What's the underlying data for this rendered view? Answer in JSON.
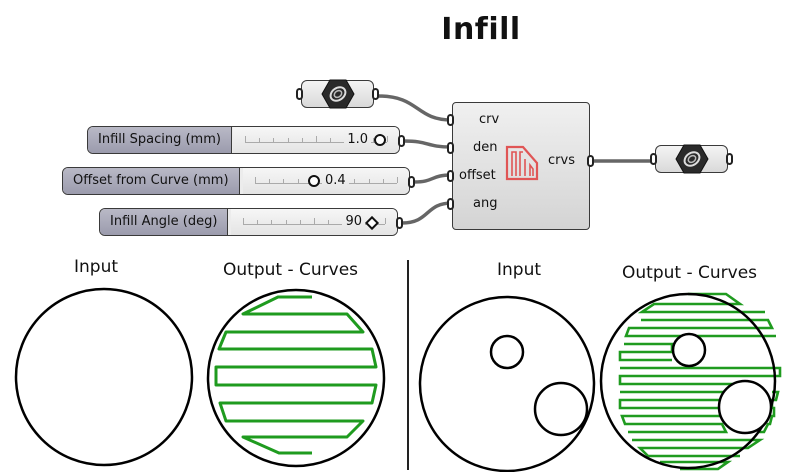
{
  "title": "Infill",
  "colors": {
    "infill_stroke": "#1f9b1f",
    "outline_stroke": "#000000",
    "component_icon": "#e05555",
    "slider_label_bg": "#a9a9bb"
  },
  "inputs_param": {
    "icon": "curve-param-icon"
  },
  "output_param": {
    "icon": "curve-param-icon"
  },
  "sliders": [
    {
      "label": "Infill Spacing (mm)",
      "value": "1.0",
      "grip": "circle",
      "fraction": 1.0
    },
    {
      "label": "Offset from Curve (mm)",
      "value": "0.4",
      "grip": "circle",
      "fraction": 0.4
    },
    {
      "label": "Infill Angle (deg)",
      "value": "90",
      "grip": "diamond",
      "fraction": 1.0
    }
  ],
  "component": {
    "icon": "infill-icon",
    "inputs": [
      "crv",
      "den",
      "offset",
      "ang"
    ],
    "output": "crvs"
  },
  "examples": [
    {
      "input_caption": "Input",
      "output_caption": "Output - Curves",
      "holes": 0
    },
    {
      "input_caption": "Input",
      "output_caption": "Output - Curves",
      "holes": 2
    }
  ]
}
